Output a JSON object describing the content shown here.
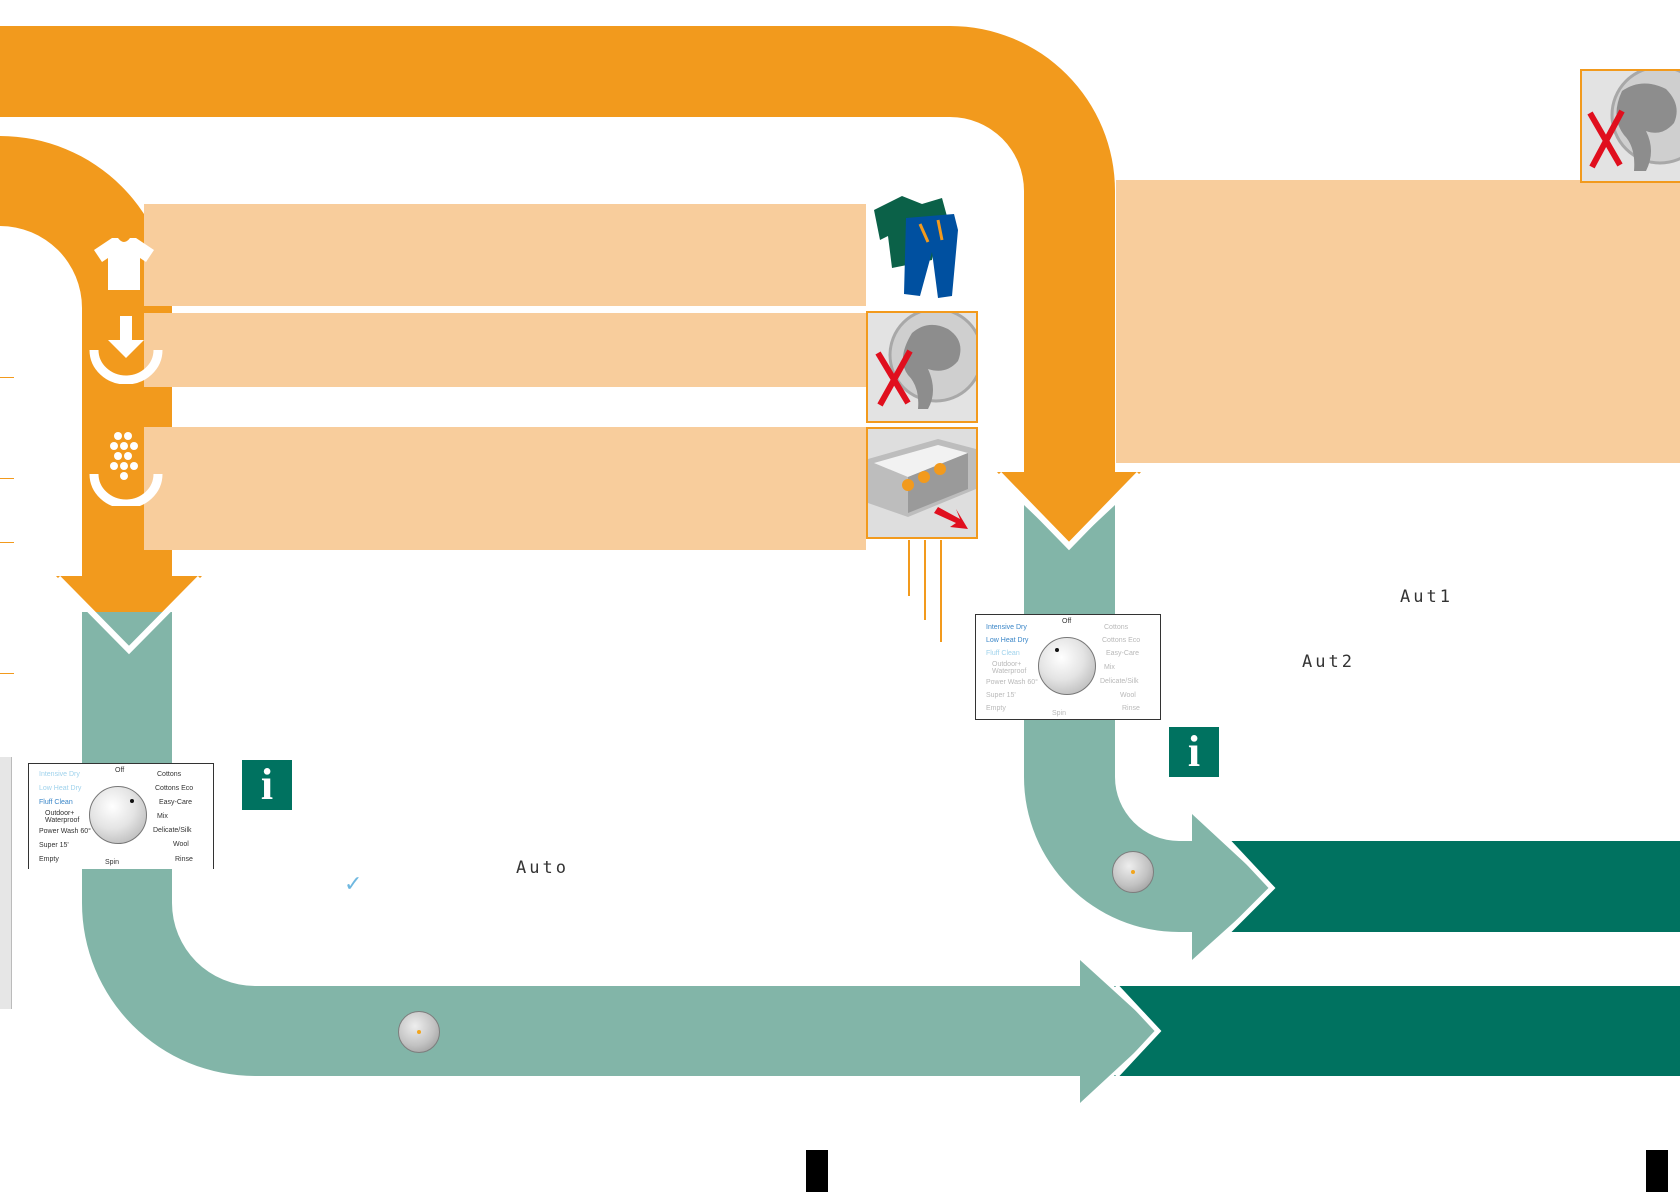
{
  "colors": {
    "orange": "#f29a1d",
    "light_orange": "#f8cd9c",
    "teal_light": "#82b5a8",
    "teal_dark": "#007260"
  },
  "step_icons": [
    "shirt-icon",
    "load-arrow-icon",
    "detergent-icon"
  ],
  "dial_panel_1": {
    "left_labels": [
      "Intensive Dry",
      "Low Heat Dry",
      "Fluff Clean",
      "Outdoor+ Waterproof",
      "Power Wash 60°",
      "Super 15'",
      "Empty"
    ],
    "right_labels": [
      "Cottons",
      "Cottons Eco",
      "Easy-Care",
      "Mix",
      "Delicate/Silk",
      "Wool",
      "Rinse"
    ],
    "top_label": "Off",
    "bottom_label": "Spin"
  },
  "dial_panel_2": {
    "left_labels": [
      "Intensive Dry",
      "Low Heat Dry",
      "Fluff Clean",
      "Outdoor+ Waterproof",
      "Power Wash 60°",
      "Super 15'",
      "Empty"
    ],
    "right_labels": [
      "Cottons",
      "Cottons Eco",
      "Easy-Care",
      "Mix",
      "Delicate/Silk",
      "Wool",
      "Rinse"
    ],
    "top_label": "Off",
    "bottom_label": "Spin"
  },
  "info_icon_glyph": "i",
  "checkmark": "✓",
  "displays": {
    "auto": "Auto",
    "auto1": "Aut1",
    "auto2": "Aut2"
  }
}
